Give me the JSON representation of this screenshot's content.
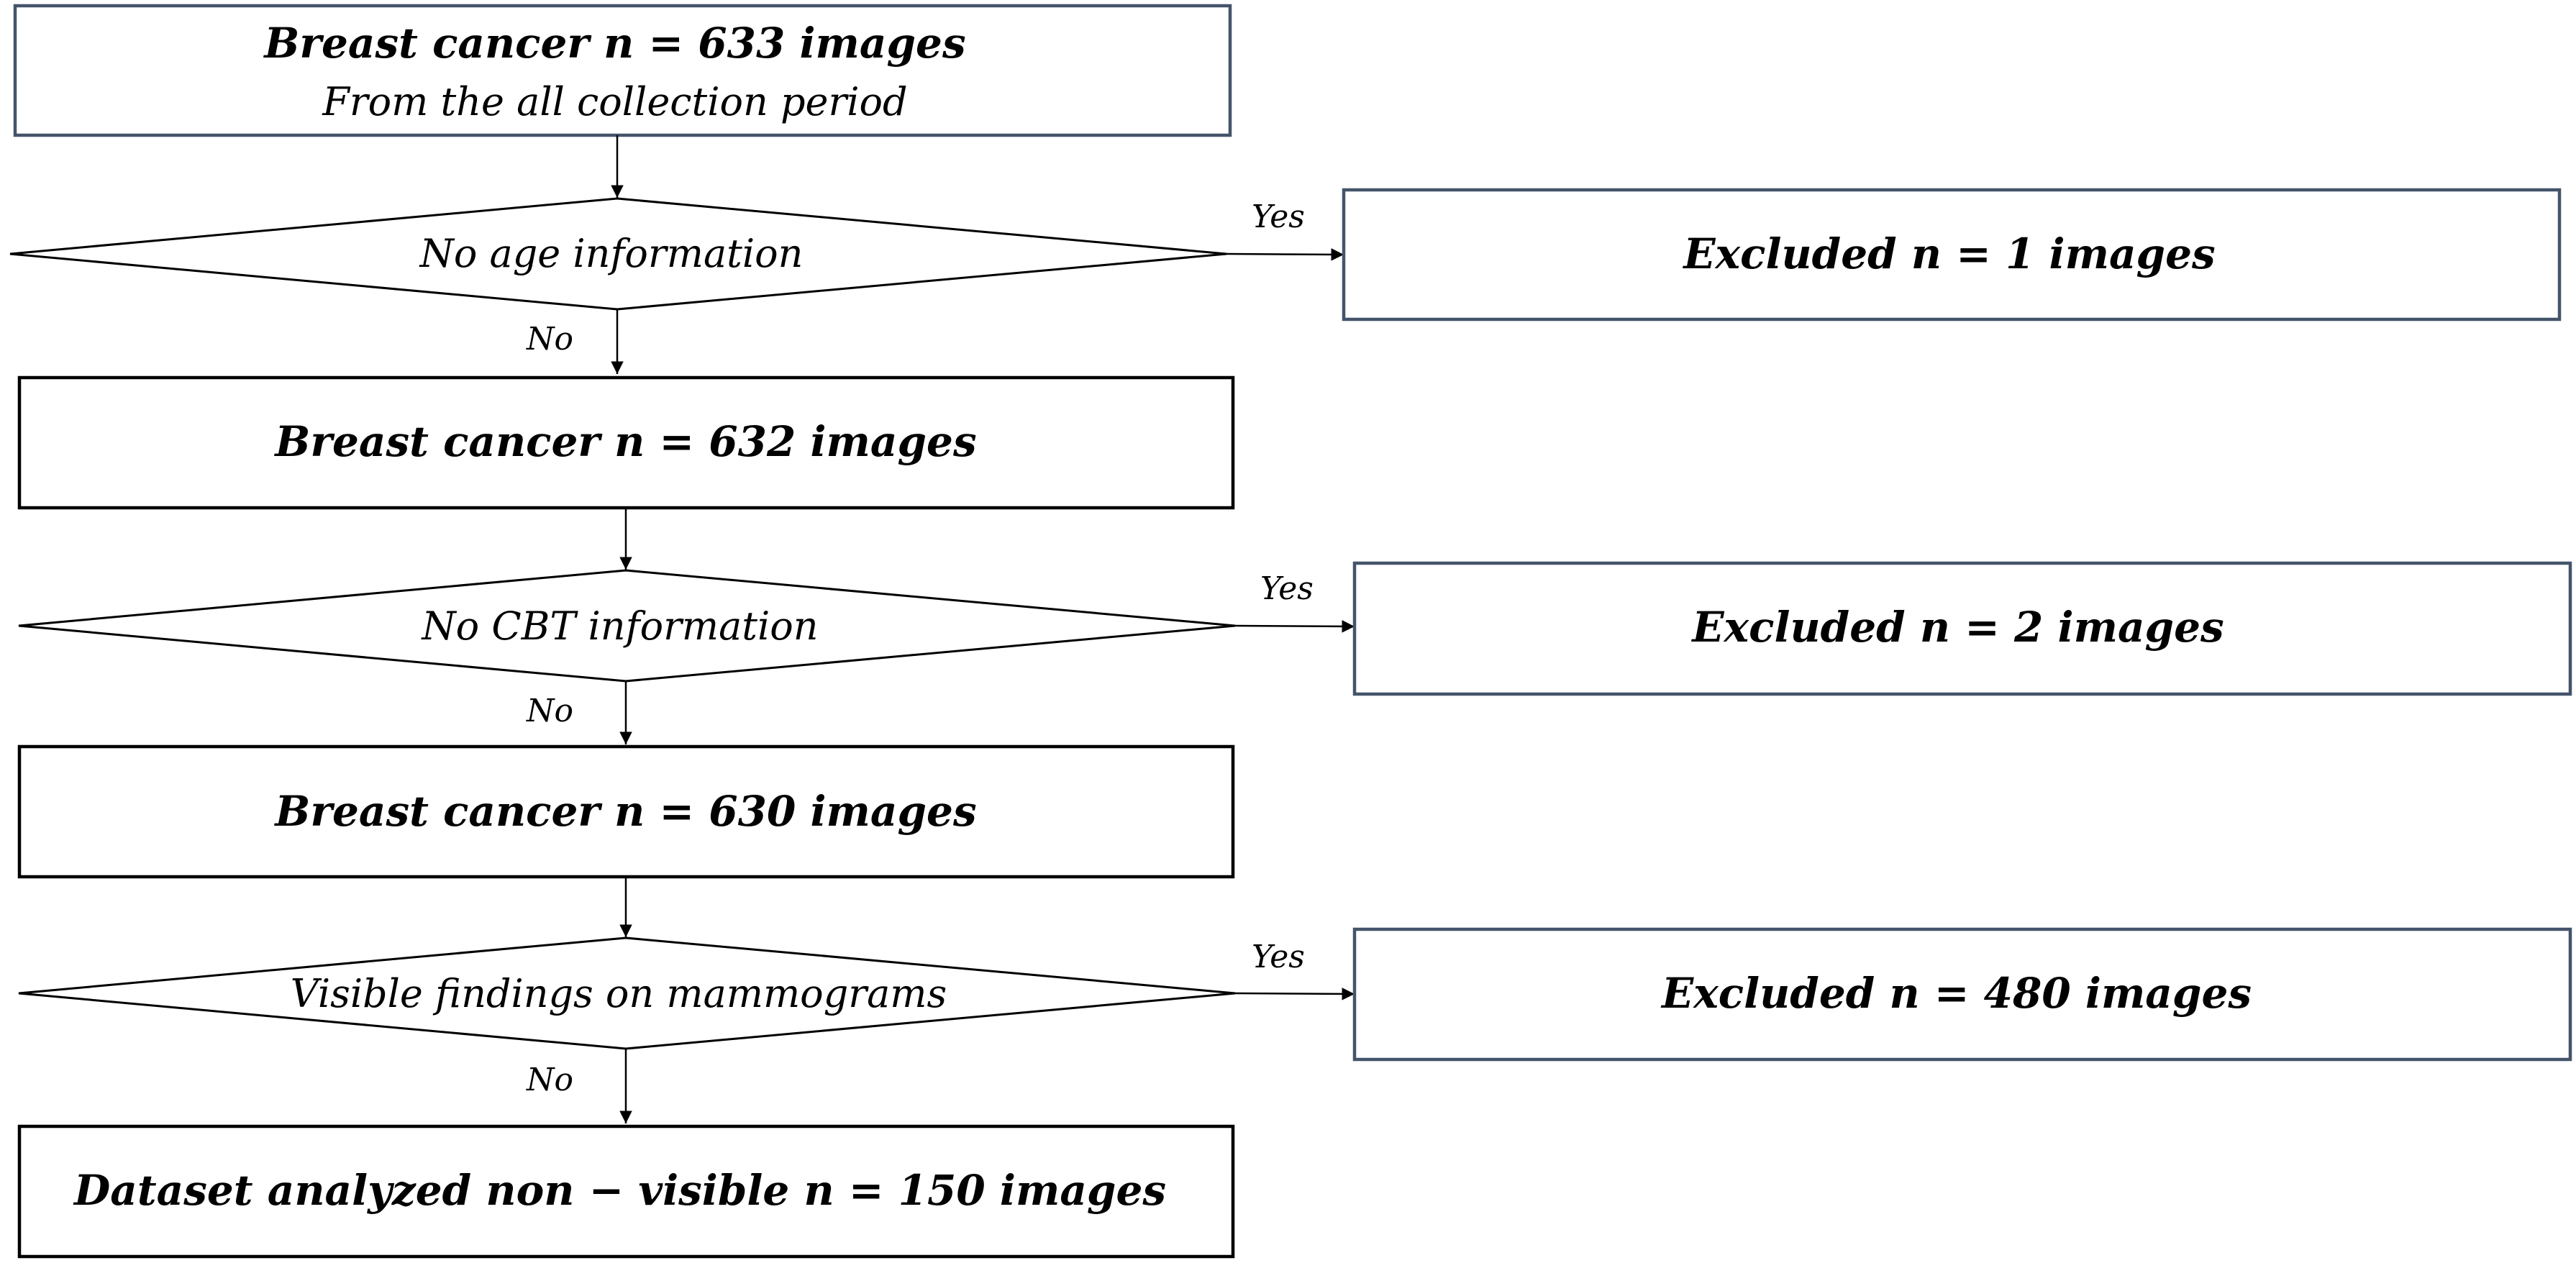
{
  "flowchart": {
    "start": {
      "title": "Breast cancer    n = 633 images",
      "subtitle": "From the all collection period"
    },
    "steps": [
      {
        "decision": "No age information",
        "yes_label": "Yes",
        "no_label": "No",
        "excluded": "Excluded   n = 1 images",
        "remaining": "Breast cancer  n  = 632 images"
      },
      {
        "decision": "No CBT information",
        "yes_label": "Yes",
        "no_label": "No",
        "excluded": "Excluded   n = 2 images",
        "remaining": "Breast cancer  n  = 630 images"
      },
      {
        "decision": "Visible findings on mammograms",
        "yes_label": "Yes",
        "no_label": "No",
        "excluded": "Excluded   n = 480 images",
        "remaining": "Dataset analyzed non − visible n  =  150 images"
      }
    ]
  }
}
